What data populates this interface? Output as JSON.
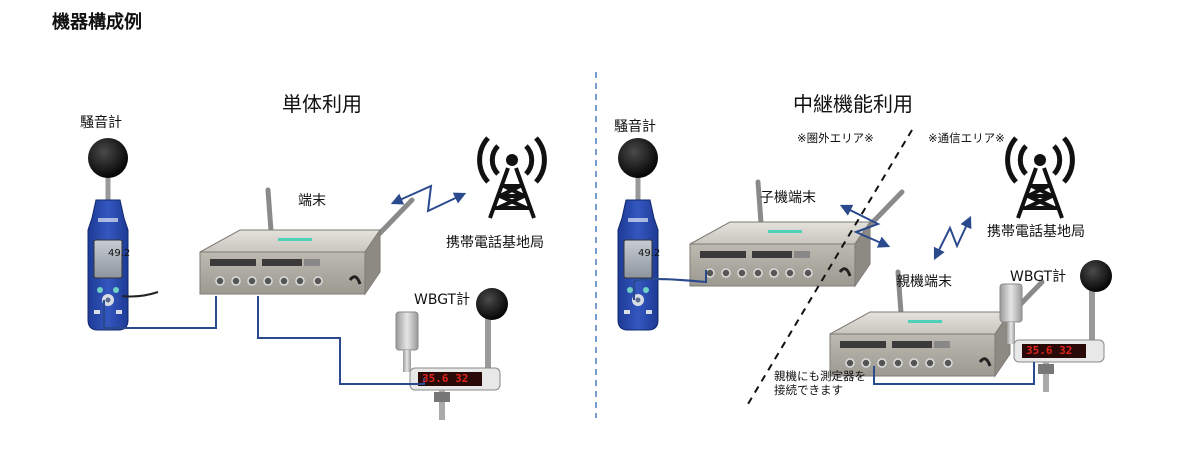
{
  "page_title": "機器構成例",
  "sections": [
    {
      "title": "単体利用",
      "sound_meter_label": "騒音計",
      "terminal_label": "端末",
      "base_station_label": "携帯電話基地局",
      "wbgt_label": "WBGT計",
      "meter_reading": "49.2",
      "wbgt_display": "35.6 32"
    },
    {
      "title": "中継機能利用",
      "sound_meter_label": "騒音計",
      "out_of_range_label": "※圏外エリア※",
      "in_range_label": "※通信エリア※",
      "child_terminal_label": "子機端末",
      "base_station_label": "携帯電話基地局",
      "parent_terminal_label": "親機端末",
      "wbgt_label": "WBGT計",
      "note_line1": "親機にも測定器を",
      "note_line2": "接続できます",
      "meter_reading": "49.2",
      "wbgt_display": "35.6 32"
    }
  ],
  "colors": {
    "cable": "#2b4a8e",
    "arrow": "#2b4a8e",
    "divider": "#4a7cc4",
    "meter_body": "#2a47a8",
    "wbgt_led": "#e0231c"
  }
}
